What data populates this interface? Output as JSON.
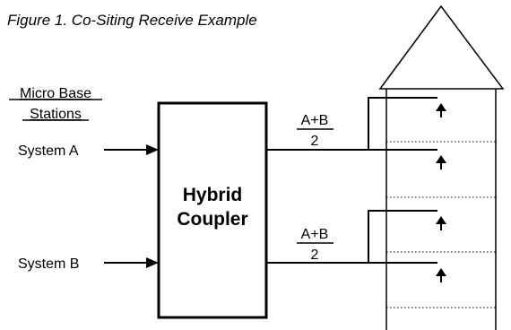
{
  "figure": {
    "caption": "Figure 1. Co-Siting Receive Example",
    "header_line1": "Micro Base",
    "header_line2": "Stations",
    "system_a": "System A",
    "system_b": "System B",
    "coupler_line1": "Hybrid",
    "coupler_line2": "Coupler",
    "output_top_numerator": "A+B",
    "output_top_denominator": "2",
    "output_bottom_numerator": "A+B",
    "output_bottom_denominator": "2"
  }
}
